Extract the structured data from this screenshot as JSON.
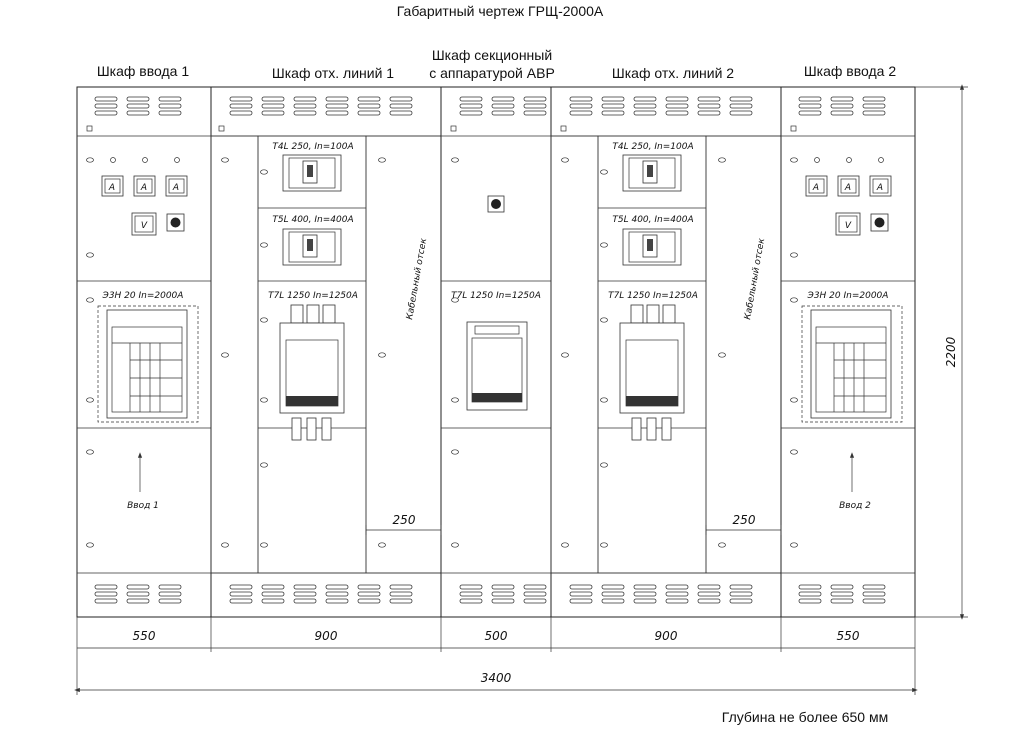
{
  "title": "Габаритный чертеж ГРЩ-2000А",
  "footer_note": "Глубина не более 650 мм",
  "cabinets": {
    "c1": {
      "name": "Шкаф ввода 1",
      "width": "550",
      "breaker": "Э3Н 20 In=2000А",
      "input_label": "Ввод 1",
      "meter_label": "A",
      "volt_label": "V"
    },
    "c2": {
      "name": "Шкаф отх. линий 1",
      "width": "900",
      "b1": "T4L 250, In=100A",
      "b2": "T5L 400, In=400A",
      "b3": "T7L 1250 In=1250A",
      "cable_comp": "Кабельный отсек",
      "cable_width": "250"
    },
    "c3": {
      "name_line1": "Шкаф секционный",
      "name_line2": "с аппаратурой АВР",
      "width": "500",
      "breaker": "T7L 1250 In=1250A"
    },
    "c4": {
      "name": "Шкаф отх. линий 2",
      "width": "900",
      "b1": "T4L 250, In=100A",
      "b2": "T5L 400, In=400A",
      "b3": "T7L 1250 In=1250A",
      "cable_comp": "Кабельный отсек",
      "cable_width": "250"
    },
    "c5": {
      "name": "Шкаф ввода 2",
      "width": "550",
      "breaker": "Э3Н 20 In=2000А",
      "input_label": "Ввод 2",
      "meter_label": "A",
      "volt_label": "V"
    }
  },
  "dimensions": {
    "total_width": "3400",
    "height": "2200"
  }
}
